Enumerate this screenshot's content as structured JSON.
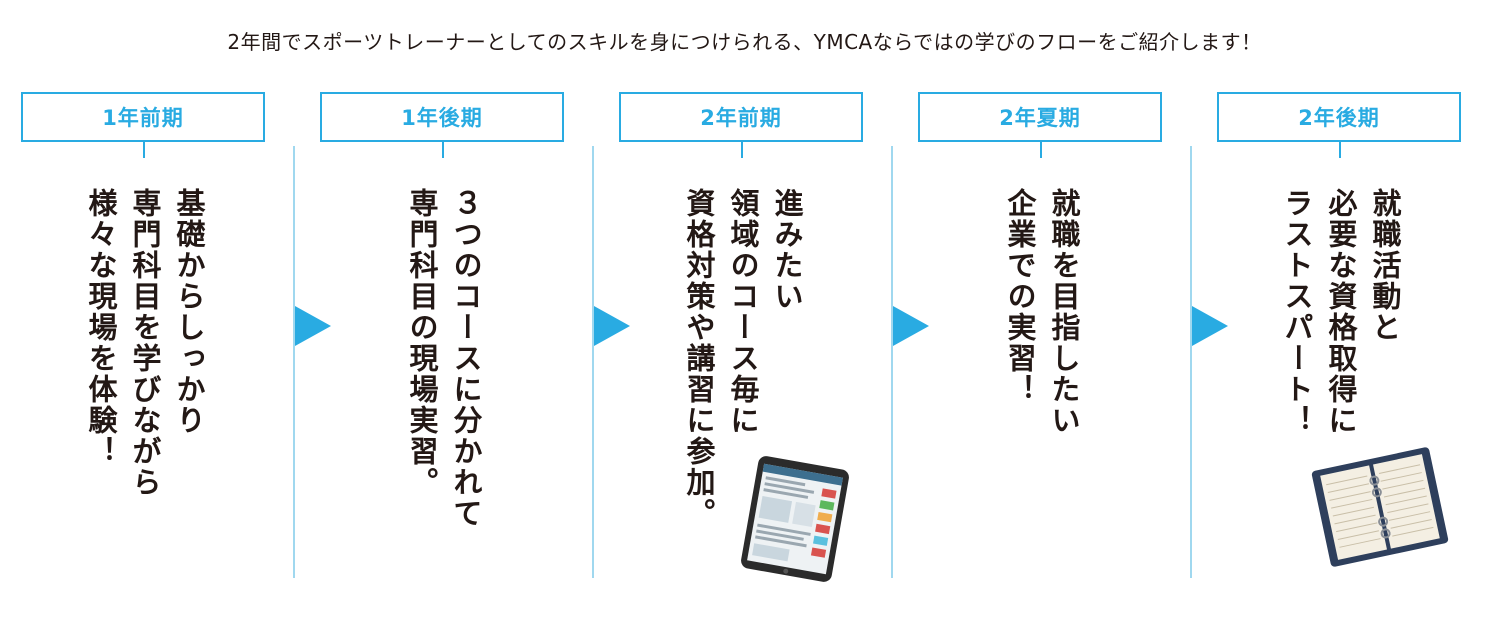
{
  "intro": "2年間でスポーツトレーナーとしてのスキルを身につけられる、YMCAならではの学びのフローをご紹介します！",
  "accent_color": "#29abe2",
  "stages": [
    {
      "period": "1年前期",
      "lines": [
        "基礎からしっかり",
        "専門科目を学びながら",
        "様々な現場を体験！"
      ]
    },
    {
      "period": "1年後期",
      "lines": [
        "３つのコースに分かれて",
        "専門科目の現場実習。"
      ]
    },
    {
      "period": "2年前期",
      "lines": [
        "進みたい",
        "領域のコース毎に",
        "資格対策や講習に参加。"
      ]
    },
    {
      "period": "2年夏期",
      "lines": [
        "就職を目指したい",
        "企業での実習！"
      ]
    },
    {
      "period": "2年後期",
      "lines": [
        "就職活動と",
        "必要な資格取得に",
        "ラストスパート！"
      ]
    }
  ],
  "icons": [
    "tablet-icon",
    "planner-notebook-icon",
    "arrow-right-icon"
  ]
}
